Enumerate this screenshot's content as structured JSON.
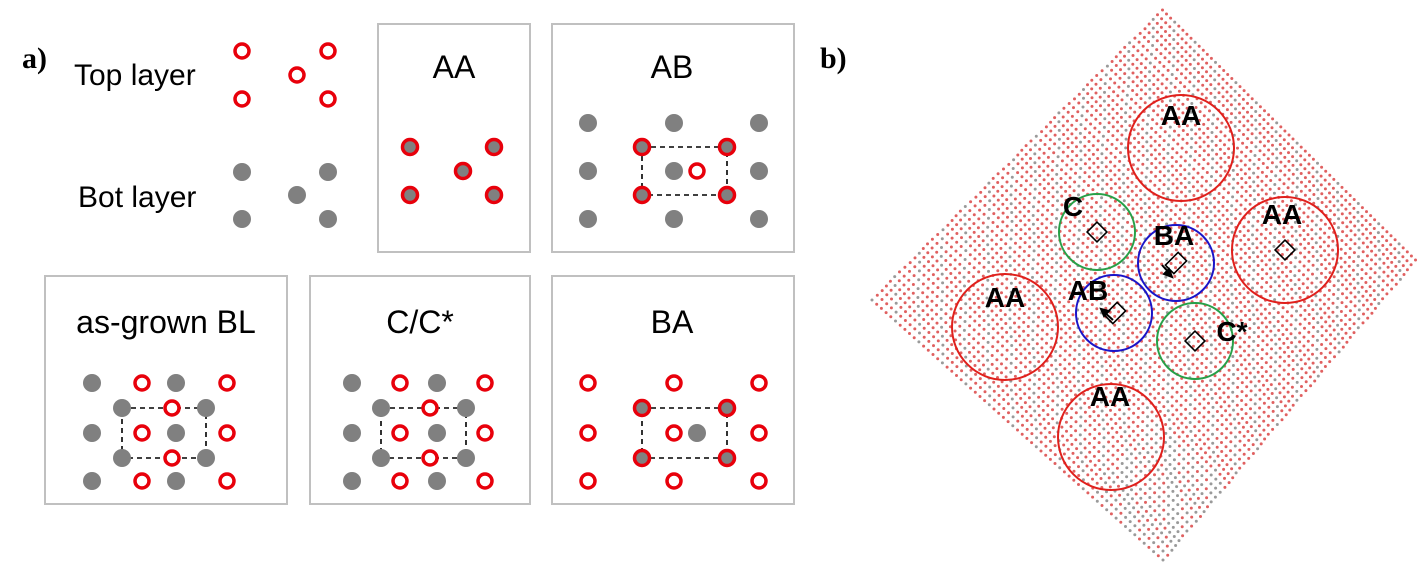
{
  "panel_a": {
    "label": "a)",
    "top_layer_label": "Top layer",
    "bot_layer_label": "Bot layer",
    "boxes": {
      "aa": "AA",
      "ab": "AB",
      "asgrown": "as-grown BL",
      "c": "C/C*",
      "ba": "BA"
    }
  },
  "panel_b": {
    "label": "b)",
    "regions": {
      "aa_top": "AA",
      "aa_right": "AA",
      "aa_left": "AA",
      "aa_bottom": "AA",
      "ba": "BA",
      "ab": "AB",
      "c": "C",
      "cstar": "C*"
    }
  },
  "colors": {
    "top_atom": "#e8000b",
    "bot_atom": "#808080",
    "box_border": "#c0c0c0",
    "aa_circle": "#e0201c",
    "ab_circle": "#1a14c8",
    "c_circle": "#27a048",
    "lattice_red": "#e06060",
    "lattice_grey": "#9a9a9a"
  }
}
